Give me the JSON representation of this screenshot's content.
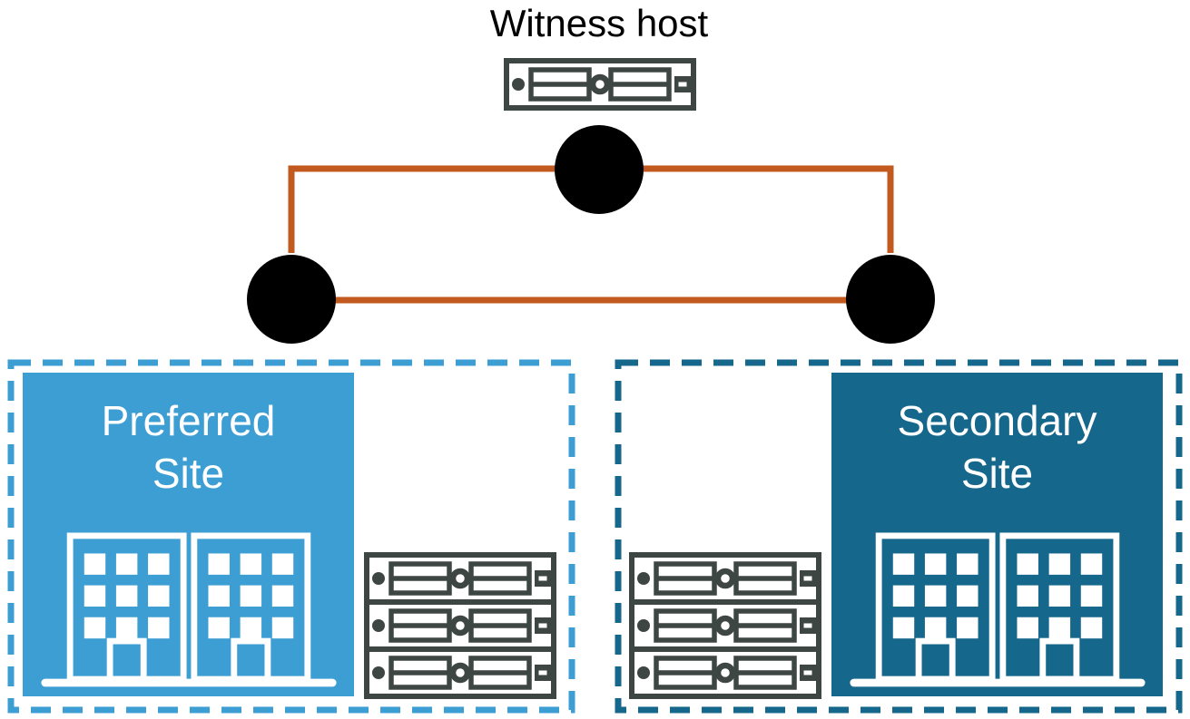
{
  "witness": {
    "label": "Witness host",
    "icon": "rack-server-icon"
  },
  "sites": [
    {
      "id": "preferred",
      "label": "Preferred Site",
      "lines": [
        "Preferred",
        "Site"
      ],
      "color": "#3D9ED3",
      "building_icon": "twin-building-icon",
      "server_icon": "rack-server-icon",
      "server_count": 3
    },
    {
      "id": "secondary",
      "label": "Secondary Site",
      "lines": [
        "Secondary",
        "Site"
      ],
      "color": "#15678C",
      "building_icon": "twin-building-icon",
      "server_icon": "rack-server-icon",
      "server_count": 3
    }
  ],
  "network": {
    "router_icon": "router-icon",
    "router_count": 3
  },
  "colors": {
    "charcoal": "#3E4643",
    "orange": "#C2591E",
    "preferred_blue": "#3D9ED3",
    "secondary_teal": "#15678C",
    "white": "#FFFFFF",
    "text_black": "#000000"
  }
}
